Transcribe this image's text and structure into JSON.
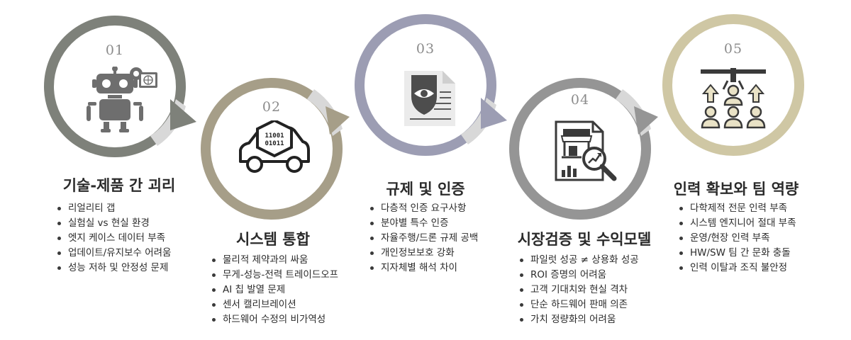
{
  "steps": [
    {
      "number": "01",
      "title": "기술-제품 간 괴리",
      "ring_color": "#7e817a",
      "icon": "robot-icon",
      "bullets": [
        "리얼리티 갭",
        "실험실 vs 현실 환경",
        "엣지 케이스 데이터 부족",
        "업데이트/유지보수 어려움",
        "성능 저하 및 안정성 문제"
      ]
    },
    {
      "number": "02",
      "title": "시스템 통합",
      "ring_color": "#a69e88",
      "icon": "autonomous-car-binary-icon",
      "icon_text": [
        "11001",
        "01011"
      ],
      "bullets": [
        "물리적 제약과의 싸움",
        "무게-성능-전력 트레이드오프",
        "AI 칩 발열 문제",
        "센서 캘리브레이션",
        "하드웨어 수정의 비가역성"
      ]
    },
    {
      "number": "03",
      "title": "규제 및 인증",
      "ring_color": "#9c9db3",
      "icon": "shield-eye-document-icon",
      "bullets": [
        "다층적 인증 요구사항",
        "분야별 특수 인증",
        "자율주행/드론 규제 공백",
        "개인정보보호 강화",
        "지자체별 해석 차이"
      ]
    },
    {
      "number": "04",
      "title": "시장검증 및 수익모델",
      "ring_color": "#959595",
      "icon": "market-analysis-icon",
      "bullets": [
        "파일럿 성공 ≠ 상용화 성공",
        "ROI 증명의 어려움",
        "고객 기대치와 현실 격차",
        "단순 하드웨어 판매 의존",
        "가치 정량화의 어려움"
      ]
    },
    {
      "number": "05",
      "title": "인력 확보와 팀 역량",
      "ring_color": "#cfc7a4",
      "icon": "talent-team-icon",
      "bullets": [
        "다학제적 전문 인력 부족",
        "시스템 엔지니어 절대 부족",
        "운영/현장 인력 부족",
        "HW/SW 팀 간 문화 충돌",
        "인력 이탈과 조직 불안정"
      ]
    }
  ]
}
